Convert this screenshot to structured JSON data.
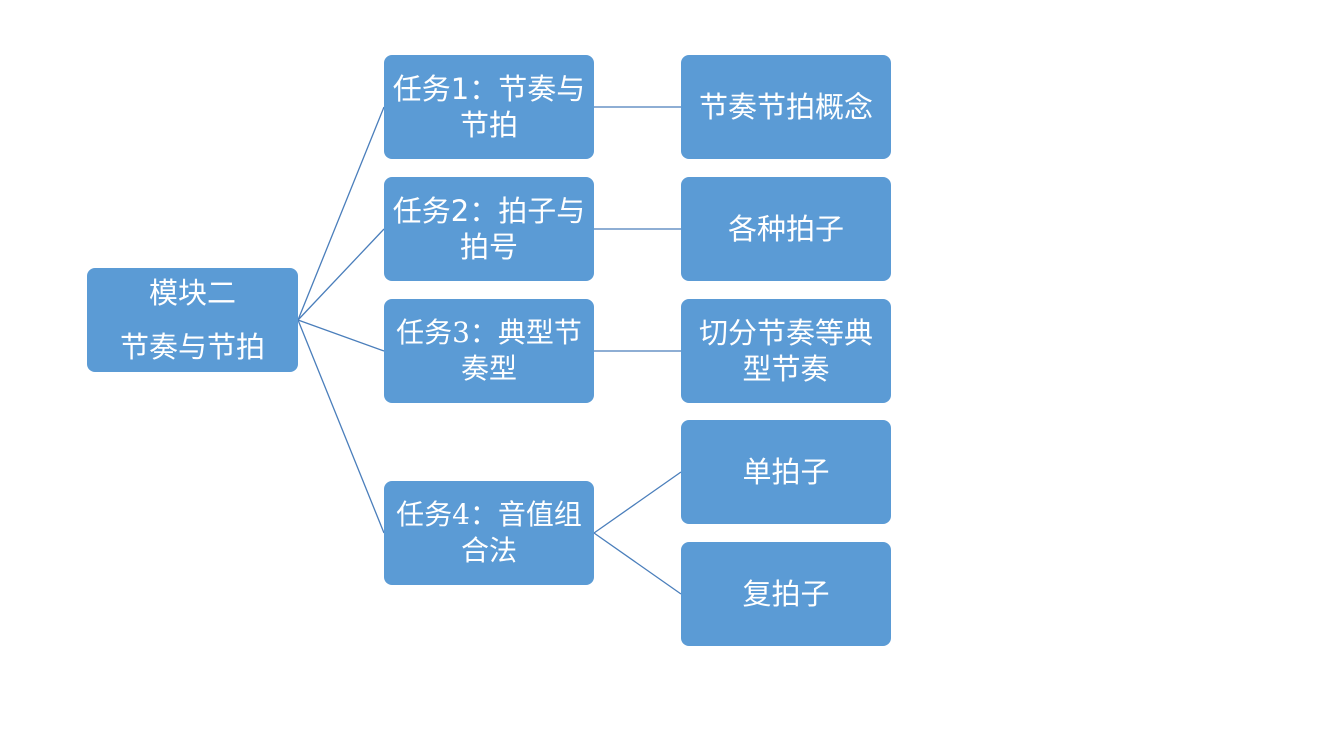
{
  "root": {
    "lines": [
      "模块二",
      "节奏与节拍"
    ]
  },
  "tasks": [
    {
      "lines": [
        "任务1：节奏与",
        "节拍"
      ],
      "children": [
        {
          "lines": [
            "节奏节拍概念"
          ]
        }
      ]
    },
    {
      "lines": [
        "任务2：拍子与",
        "拍号"
      ],
      "children": [
        {
          "lines": [
            "各种拍子"
          ]
        }
      ]
    },
    {
      "lines": [
        "任务3：典型节",
        "奏型"
      ],
      "children": [
        {
          "lines": [
            "切分节奏等典",
            "型节奏"
          ]
        }
      ]
    },
    {
      "lines": [
        "任务4：音值组",
        "合法"
      ],
      "children": [
        {
          "lines": [
            "单拍子"
          ]
        },
        {
          "lines": [
            "复拍子"
          ]
        }
      ]
    }
  ],
  "colors": {
    "node_fill": "#5b9bd5",
    "connector": "#4a7ebb",
    "text": "#ffffff",
    "background": "#ffffff"
  }
}
